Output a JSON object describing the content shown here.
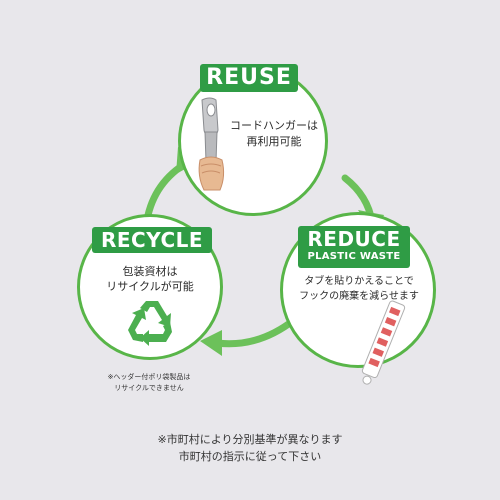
{
  "colors": {
    "background": "#e8e7eb",
    "arrow_green": "#6cc15a",
    "label_green": "#2f9c45",
    "circle_border": "#58b548",
    "recycle_symbol": "#4caf50"
  },
  "reuse": {
    "label": "REUSE",
    "line1": "コードハンガーは",
    "line2": "再利用可能",
    "icon": "hanger-in-hand-icon"
  },
  "reduce": {
    "label": "REDUCE",
    "sublabel": "PLASTIC WASTE",
    "line1": "タブを貼りかえることで",
    "line2": "フックの廃棄を減らせます",
    "icon": "adhesive-tab-strip-icon"
  },
  "recycle": {
    "label": "RECYCLE",
    "line1": "包装資材は",
    "line2": "リサイクルが可能",
    "icon": "recycle-icon",
    "note_line1": "※ヘッダー付ポリ袋製品は",
    "note_line2": "リサイクルできません"
  },
  "footer": {
    "line1": "※市町村により分別基準が異なります",
    "line2": "市町村の指示に従って下さい"
  }
}
